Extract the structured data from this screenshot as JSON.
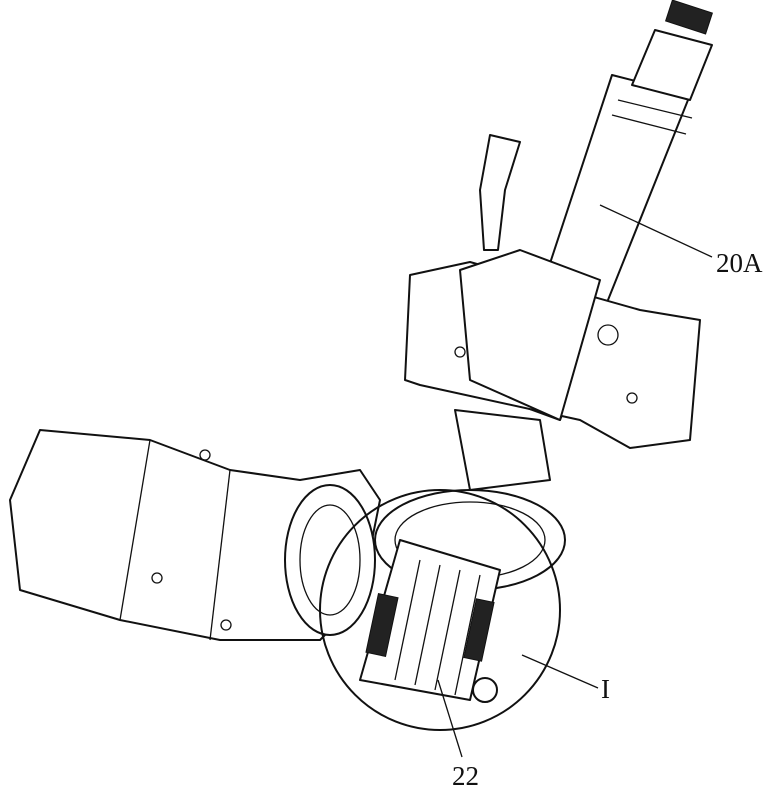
{
  "figure": {
    "labels": {
      "column": "20A",
      "detail": "I",
      "part": "22"
    }
  }
}
